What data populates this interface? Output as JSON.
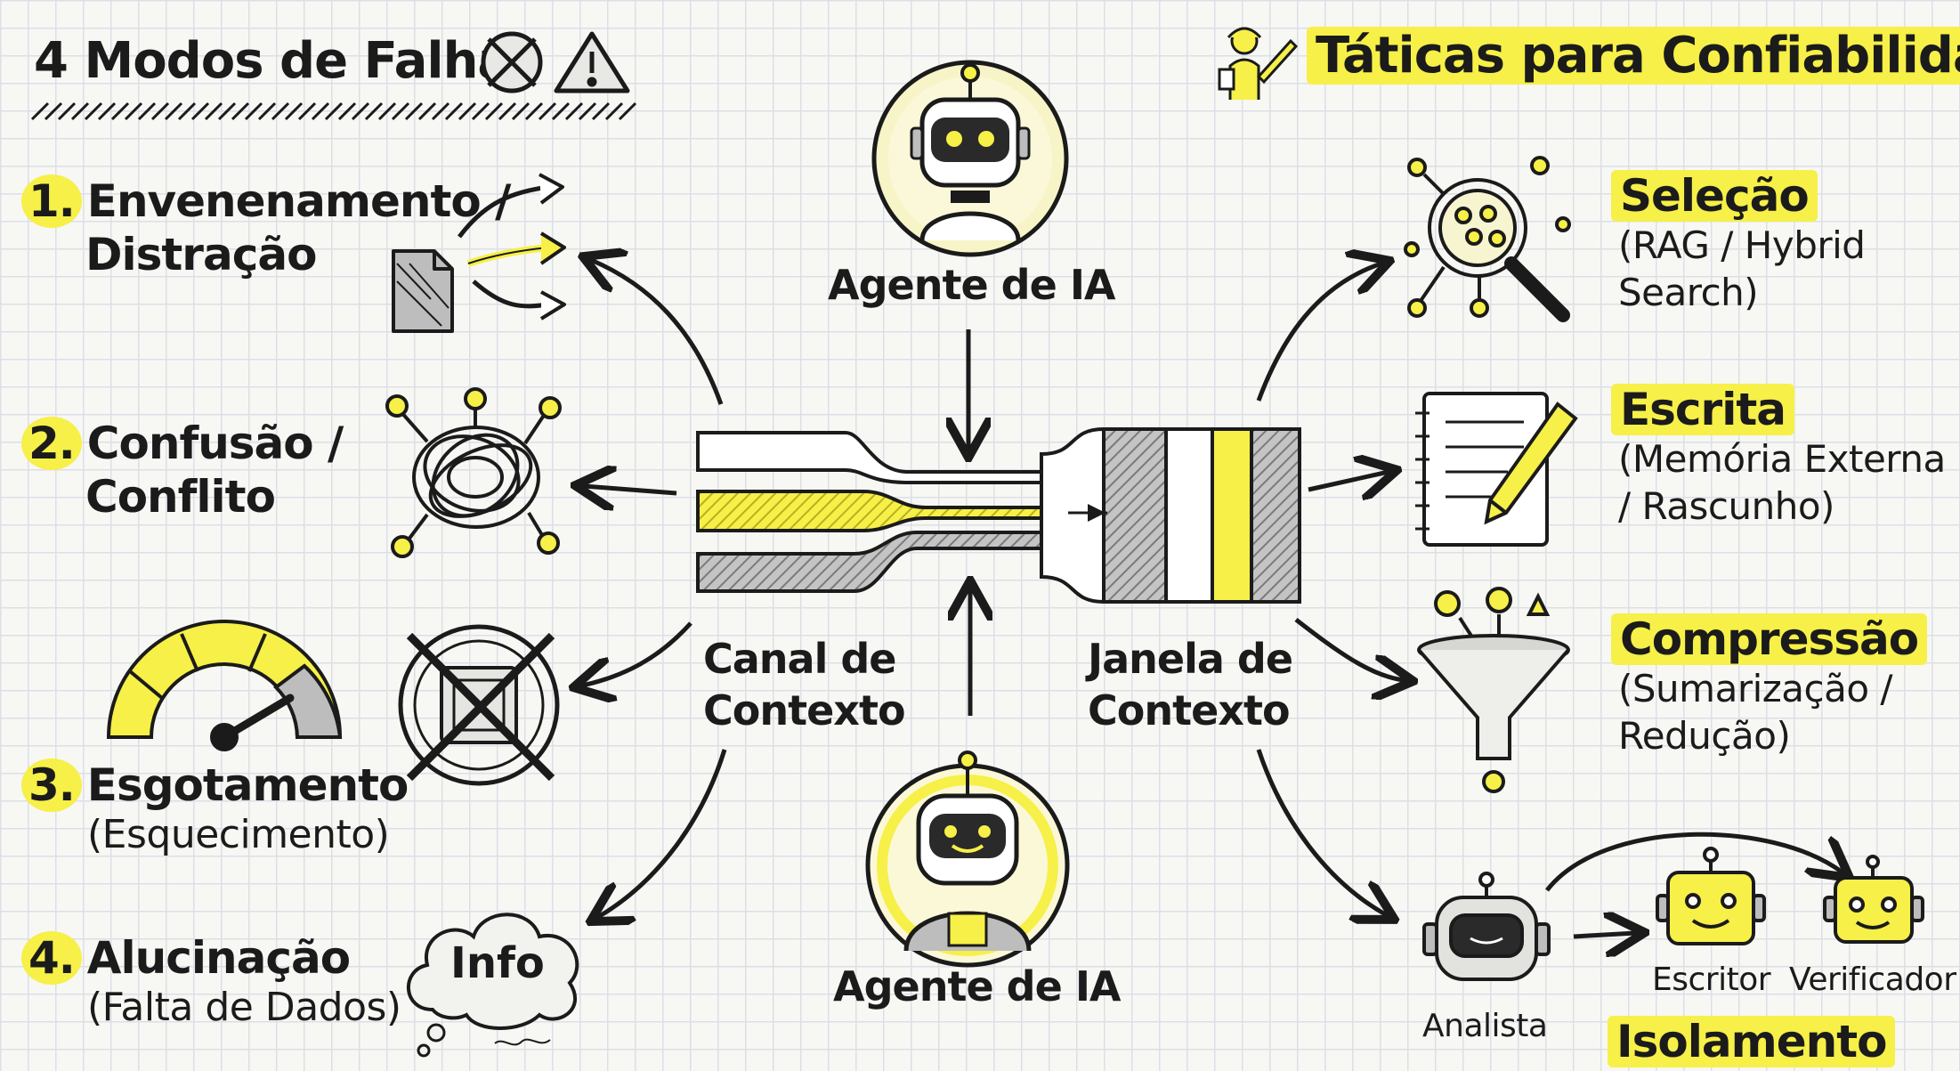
{
  "failures": {
    "title": "4 Modos de Falha",
    "items": [
      {
        "number": "1.",
        "title": "Envenenamento /",
        "title2": "Distração",
        "sub": ""
      },
      {
        "number": "2.",
        "title": "Confusão /",
        "title2": "Conflito",
        "sub": ""
      },
      {
        "number": "3.",
        "title": "Esgotamento",
        "title2": "",
        "sub": "(Esquecimento)"
      },
      {
        "number": "4.",
        "title": "Alucinação",
        "title2": "",
        "sub": "(Falta de Dados)"
      }
    ],
    "cloud_label": "Info"
  },
  "tactics": {
    "title": "Táticas para Confiabilidade",
    "items": [
      {
        "title": "Seleção",
        "line1": "(RAG / Hybrid",
        "line2": "Search)"
      },
      {
        "title": "Escrita",
        "line1": "(Memória Externa",
        "line2": "/ Rascunho)"
      },
      {
        "title": "Compressão",
        "line1": "(Sumarização /",
        "line2": "Redução)"
      },
      {
        "title": "Isolamento",
        "line1": "",
        "line2": ""
      }
    ],
    "agents": [
      "Analista",
      "Escritor",
      "Verificador"
    ]
  },
  "center": {
    "agent_top": "Agente de IA",
    "agent_bottom": "Agente de IA",
    "channel_line1": "Canal de",
    "channel_line2": "Contexto",
    "window_line1": "Janela de",
    "window_line2": "Contexto"
  },
  "colors": {
    "accent": "#f6f048",
    "ink": "#1b1b1b",
    "grid": "#dcdfe6"
  },
  "icons": [
    "broken-document-icon",
    "tangle-icon",
    "gauge-icon",
    "crossed-memory-icon",
    "cloud-icon",
    "robot-icon",
    "magnifier-icon",
    "notebook-pencil-icon",
    "funnel-icon",
    "worker-icon",
    "x-circle-icon",
    "warning-icon"
  ]
}
